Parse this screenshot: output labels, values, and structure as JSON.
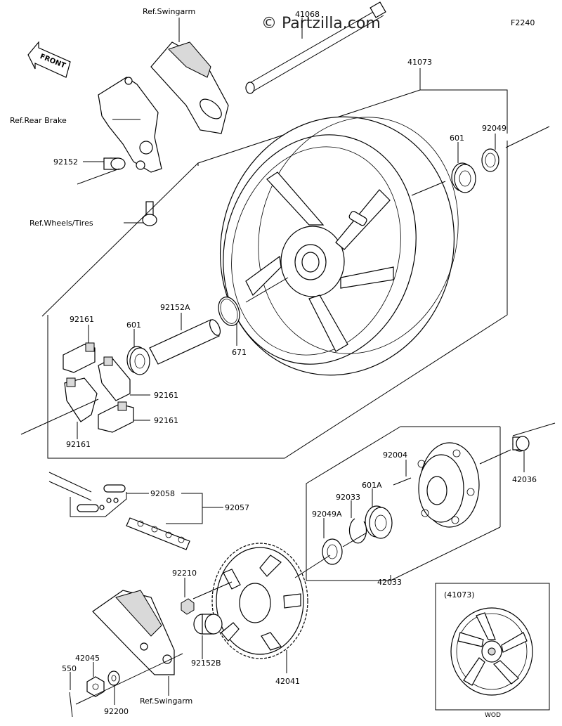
{
  "watermark": "© Partzilla.com",
  "figure_code": "F2240",
  "front_label": "FRONT",
  "inset": {
    "title": "(41073)",
    "caption": "WOD"
  },
  "labels": {
    "ref_swingarm_top": "Ref.Swingarm",
    "p41068": "41068",
    "p41073": "41073",
    "ref_rear_brake": "Ref.Rear Brake",
    "p92049": "92049",
    "p601_top": "601",
    "p92152": "92152",
    "ref_wheels_tires": "Ref.Wheels/Tires",
    "p92161_a": "92161",
    "p601_mid": "601",
    "p92152A": "92152A",
    "p671": "671",
    "p92161_b": "92161",
    "p92161_c": "92161",
    "p92161_d": "92161",
    "p92004": "92004",
    "p42036": "42036",
    "p92058": "92058",
    "p92057": "92057",
    "p92033": "92033",
    "p601A": "601A",
    "p92049A": "92049A",
    "p42033": "42033",
    "p92210": "92210",
    "p42045": "42045",
    "p550": "550",
    "p92152B": "92152B",
    "p92200": "92200",
    "ref_swingarm_bottom": "Ref.Swingarm",
    "p42041": "42041"
  }
}
